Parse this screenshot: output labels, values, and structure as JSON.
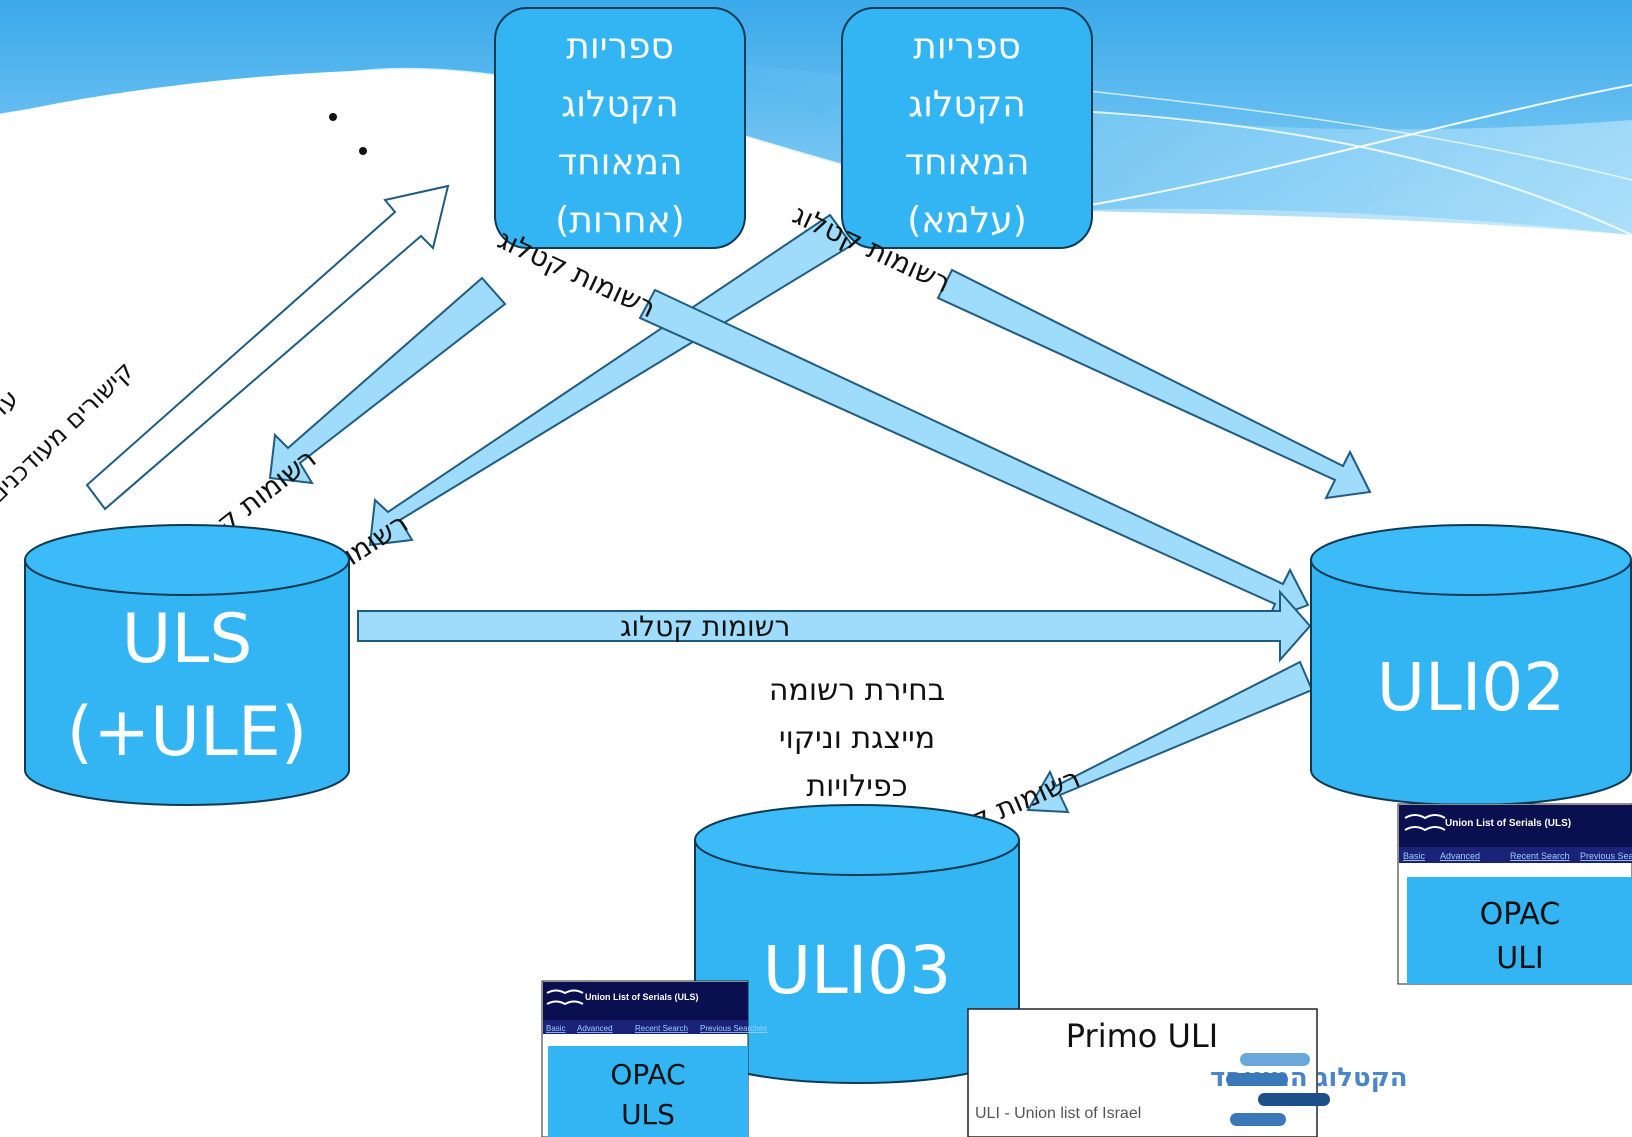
{
  "colors": {
    "db_fill": "#33B5F4",
    "db_stroke": "#0F3A52",
    "arrow_fill": "#9FDBFA",
    "arrow_stroke": "#1F5C80",
    "header_wave": "#4FB6EE",
    "opac_header": "#0A0F50"
  },
  "library_boxes": [
    {
      "lines": [
        "ספריות",
        "הקטלוג",
        "המאוחד",
        "(אחרות)"
      ]
    },
    {
      "lines": [
        "ספריות",
        "הקטלוג",
        "המאוחד",
        "(עלמא)"
      ]
    }
  ],
  "databases": {
    "uls": {
      "line1": "ULS",
      "line2": "(+ULE)"
    },
    "uli02": {
      "label": "ULI02"
    },
    "uli03": {
      "label": "ULI03"
    }
  },
  "arrow_label": "רשומות קטלוג",
  "bullets": {
    "line1": "עדכונים על הרכבי חבילות",
    "line2": "קישורים מעודכנים"
  },
  "dedup_note": [
    "בחירת רשומה",
    "מייצגת וניקוי",
    "כפילויות"
  ],
  "opac_panels": [
    {
      "header": "Union List of Serials (ULS)",
      "tabs": [
        "Basic",
        "Advanced",
        "Recent Search",
        "Previous Searches"
      ],
      "line1": "OPAC",
      "line2": "ULI"
    },
    {
      "header": "Union List of Serials (ULS)",
      "tabs": [
        "Basic",
        "Advanced",
        "Recent Search",
        "Previous Searches"
      ],
      "line1": "OPAC",
      "line2": "ULS"
    }
  ],
  "primo": {
    "title": "Primo ULI",
    "hebrew_logo": "הקטלוג המאוחד",
    "subtitle": "ULI - Union list of Israel"
  }
}
